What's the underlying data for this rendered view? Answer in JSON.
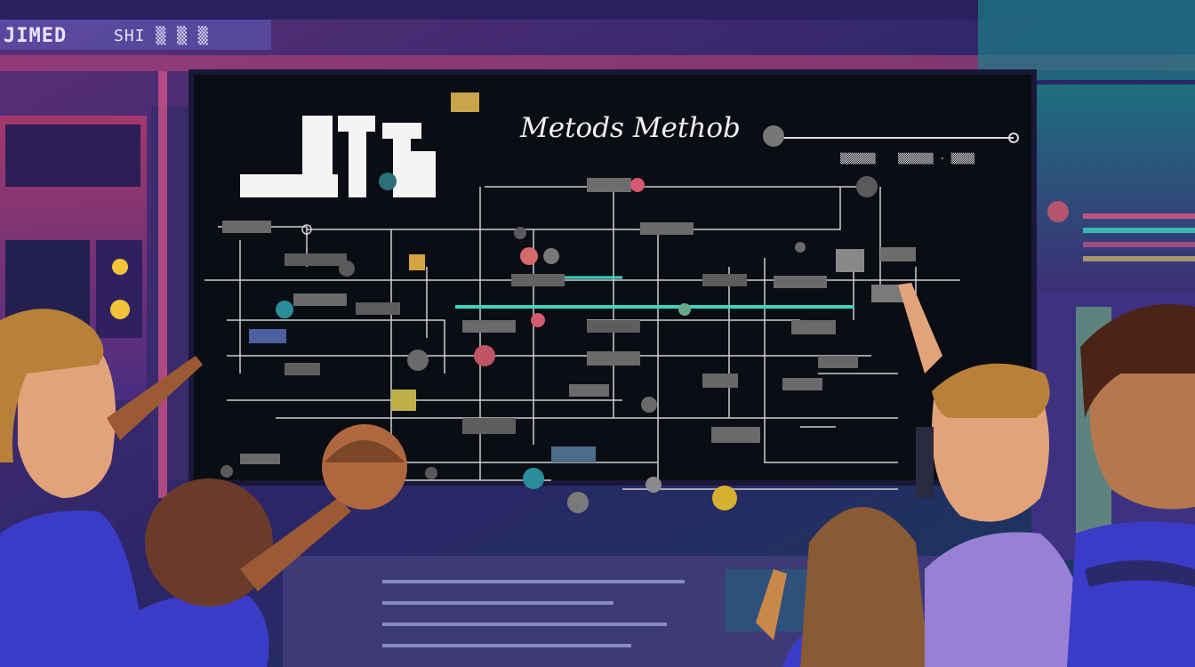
{
  "signage": {
    "left_sign": "JIMED",
    "mid_sign": "SHI ▒ ▒ ▒"
  },
  "board": {
    "heading": "Metods Methob",
    "tag_left": "▒▒▒▒▒▒",
    "tag_right": "▒▒▒▒▒▒ · ▒▒▒▒"
  },
  "colors": {
    "board": "#0b0d14",
    "wall": "#2a2350",
    "neon_pink": "#e0588a",
    "accent_teal": "#3ad6c0",
    "shirt_blue": "#3a3cc8",
    "shirt_lilac": "#9a7fd6"
  }
}
